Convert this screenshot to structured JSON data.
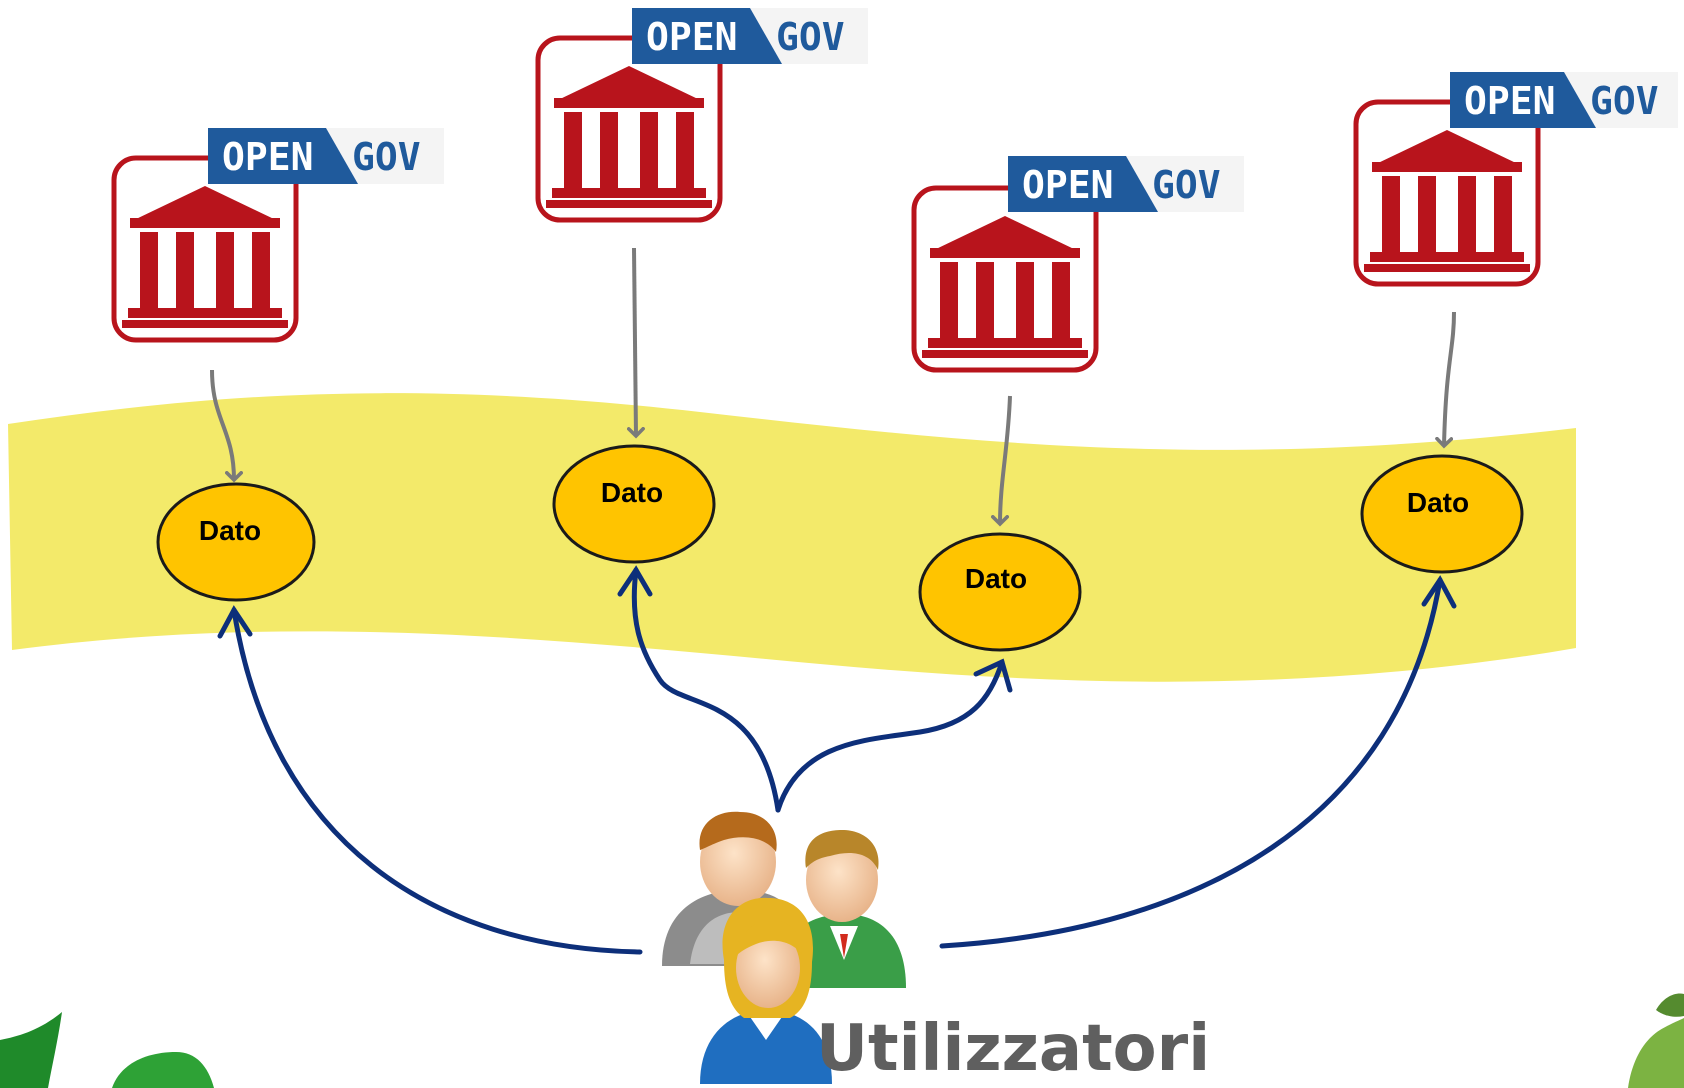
{
  "colors": {
    "band": "#f3ea6a",
    "node_fill": "#ffc400",
    "node_stroke": "#1a1a1a",
    "gray_arrow": "#7a7a7a",
    "blue_arrow": "#0d2f7a",
    "icon_red": "#b8141c",
    "badge_blue": "#1f5a9c",
    "users_text": "#5f5f5f"
  },
  "badges": [
    {
      "open": "OPEN",
      "gov": "GOV"
    },
    {
      "open": "OPEN",
      "gov": "GOV"
    },
    {
      "open": "OPEN",
      "gov": "GOV"
    },
    {
      "open": "OPEN",
      "gov": "GOV"
    }
  ],
  "nodes": [
    {
      "label": "Dato"
    },
    {
      "label": "Dato"
    },
    {
      "label": "Dato"
    },
    {
      "label": "Dato"
    }
  ],
  "users": {
    "label": "Utilizzatori",
    "icon": "users-group-icon"
  },
  "icons": [
    "institution-building-icon",
    "opengov-badge-icon",
    "users-group-icon",
    "leaf-decoration-icon"
  ]
}
